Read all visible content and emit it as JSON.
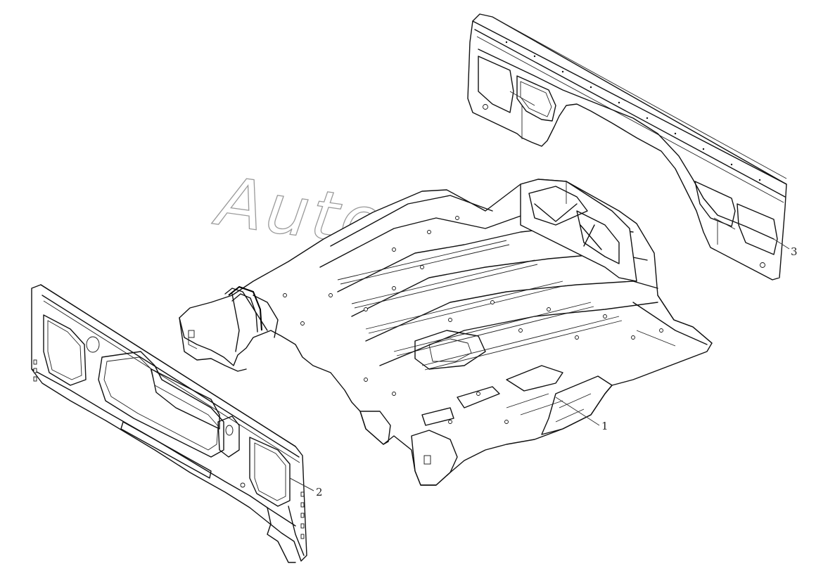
{
  "watermark": "AutoOscar",
  "callouts": [
    {
      "id": "1",
      "label": "1"
    },
    {
      "id": "2",
      "label": "2"
    },
    {
      "id": "3",
      "label": "3"
    }
  ],
  "parts": [
    {
      "id": "1",
      "name": "floor-pan-assembly"
    },
    {
      "id": "2",
      "name": "rear-panel-left"
    },
    {
      "id": "3",
      "name": "rear-panel-upper-right"
    }
  ]
}
